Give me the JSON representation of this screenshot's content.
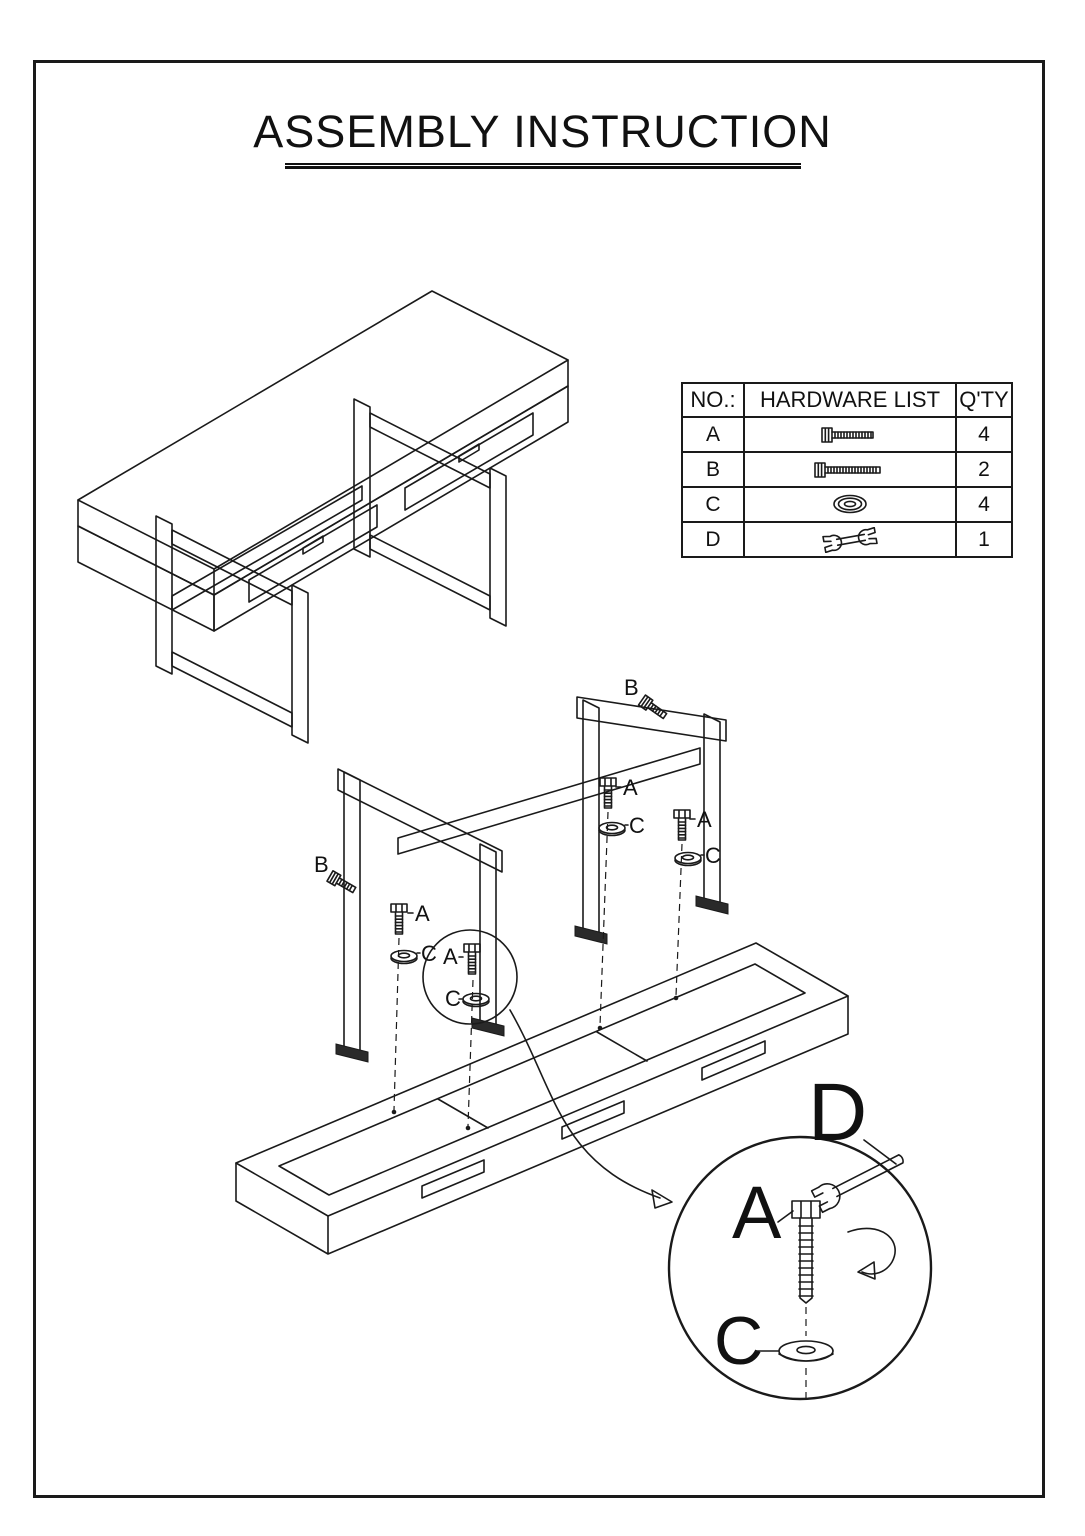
{
  "page": {
    "title": "ASSEMBLY INSTRUCTION"
  },
  "hardware_table": {
    "headers": {
      "no": "NO.:",
      "hardware": "HARDWARE LIST",
      "qty": "Q'TY"
    },
    "rows": [
      {
        "no": "A",
        "icon": "hex-bolt-short",
        "qty": "4"
      },
      {
        "no": "B",
        "icon": "hex-bolt-long",
        "qty": "2"
      },
      {
        "no": "C",
        "icon": "washer",
        "qty": "4"
      },
      {
        "no": "D",
        "icon": "wrench",
        "qty": "1"
      }
    ]
  },
  "callouts": {
    "a": "A",
    "b": "B",
    "c": "C",
    "d": "D"
  },
  "colors": {
    "ink": "#1a1a1a",
    "paper": "#ffffff"
  }
}
